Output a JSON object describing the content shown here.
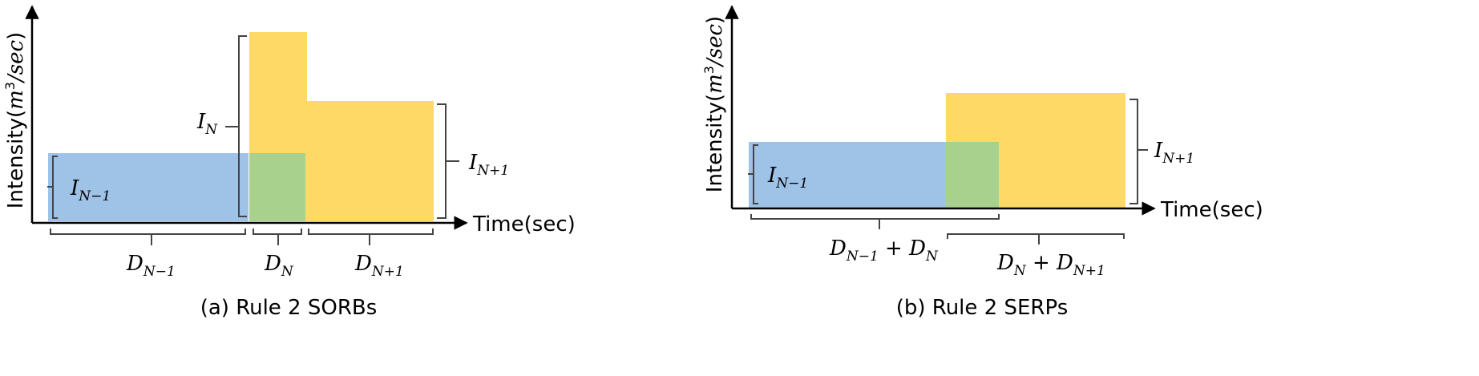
{
  "colors": {
    "blue": "#9fc3e7",
    "yellow": "#ffd966",
    "overlap": "#a9d18e",
    "axis": "#000000",
    "brace": "#444444"
  },
  "panels": [
    {
      "id": "a",
      "caption": "(a) Rule 2 SORBs",
      "y_axis_label": "Intensity(m³/sec)",
      "x_axis_label": "Time(sec)",
      "intensity_labels": {
        "prev": "I",
        "prev_sub": "N−1",
        "curr": "I",
        "curr_sub": "N",
        "next": "I",
        "next_sub": "N+1"
      },
      "duration_labels": {
        "d1": "D",
        "d1_sub": "N−1",
        "d2": "D",
        "d2_sub": "N",
        "d3": "D",
        "d3_sub": "N+1"
      }
    },
    {
      "id": "b",
      "caption": "(b) Rule 2 SERPs",
      "y_axis_label": "Intensity(m³/sec)",
      "x_axis_label": "Time(sec)",
      "intensity_labels": {
        "prev": "I",
        "prev_sub": "N−1",
        "next": "I",
        "next_sub": "N+1"
      },
      "duration_labels": {
        "d1a": "D",
        "d1a_sub": "N−1",
        "d1_plus": " + D",
        "d1b_sub": "N",
        "d2a": "D",
        "d2a_sub": "N",
        "d2_plus": " + D",
        "d2b_sub": "N+1"
      }
    }
  ]
}
